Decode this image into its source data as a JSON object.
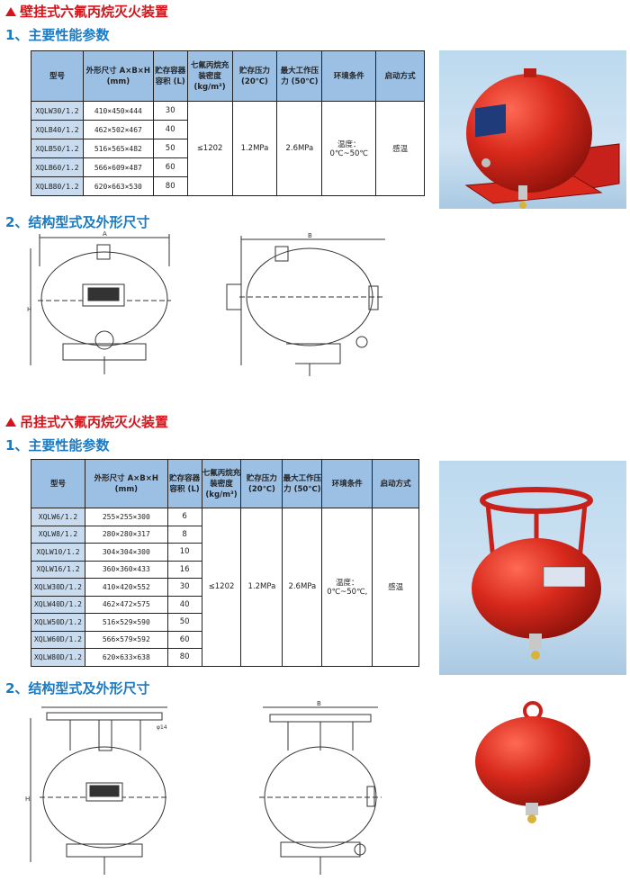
{
  "wall": {
    "title": "壁挂式六氟丙烷灭火装置",
    "sub1": "1、主要性能参数",
    "sub2": "2、结构型式及外形尺寸",
    "headers": [
      "型号",
      "外形尺寸 A×B×H (mm)",
      "贮存容器容积 (L)",
      "七氟丙烷充装密度 (kg/m³)",
      "贮存压力 (20℃)",
      "最大工作压力 (50℃)",
      "环境条件",
      "启动方式"
    ],
    "rows": [
      {
        "model": "XQLW30/1.2",
        "dims": "410×450×444",
        "vol": "30"
      },
      {
        "model": "XQLB40/1.2",
        "dims": "462×502×467",
        "vol": "40"
      },
      {
        "model": "XQLB50/1.2",
        "dims": "516×565×482",
        "vol": "50"
      },
      {
        "model": "XQLB60/1.2",
        "dims": "566×609×487",
        "vol": "60"
      },
      {
        "model": "XQLB80/1.2",
        "dims": "620×663×530",
        "vol": "80"
      }
    ],
    "density": "≤1202",
    "pressure": "1.2MPa",
    "max_pressure": "2.6MPa",
    "env_line1": "温度：",
    "env_line2": "0℃~50℃",
    "start": "感温"
  },
  "hang": {
    "title": "吊挂式六氟丙烷灭火装置",
    "sub1": "1、主要性能参数",
    "sub2": "2、结构型式及外形尺寸",
    "headers": [
      "型号",
      "外形尺寸 A×B×H (mm)",
      "贮存容器容积 (L)",
      "七氟丙烷充装密度 (kg/m³)",
      "贮存压力 (20℃)",
      "最大工作压力 (50℃)",
      "环境条件",
      "启动方式"
    ],
    "rows": [
      {
        "model": "XQLW6/1.2",
        "dims": "255×255×300",
        "vol": "6"
      },
      {
        "model": "XQLW8/1.2",
        "dims": "280×280×317",
        "vol": "8"
      },
      {
        "model": "XQLW10/1.2",
        "dims": "304×304×300",
        "vol": "10"
      },
      {
        "model": "XQLW16/1.2",
        "dims": "360×360×433",
        "vol": "16"
      },
      {
        "model": "XQLW30D/1.2",
        "dims": "410×420×552",
        "vol": "30"
      },
      {
        "model": "XQLW40D/1.2",
        "dims": "462×472×575",
        "vol": "40"
      },
      {
        "model": "XQLW50D/1.2",
        "dims": "516×529×590",
        "vol": "50"
      },
      {
        "model": "XQLW60D/1.2",
        "dims": "566×579×592",
        "vol": "60"
      },
      {
        "model": "XQLW80D/1.2",
        "dims": "620×633×638",
        "vol": "80"
      }
    ],
    "density": "≤1202",
    "pressure": "1.2MPa",
    "max_pressure": "2.6MPa",
    "env_line1": "温度：",
    "env_line2": "0℃~50℃,",
    "start": "感温"
  },
  "dim_labels": {
    "a": "A",
    "b": "B",
    "h": "H",
    "phi": "φ14"
  },
  "colors": {
    "title_red": "#d4141b",
    "subtitle_blue": "#1a7ac2",
    "header_blue": "#9cc0e4",
    "model_blue": "#c9dcef",
    "tank_red": "#d8291c"
  }
}
